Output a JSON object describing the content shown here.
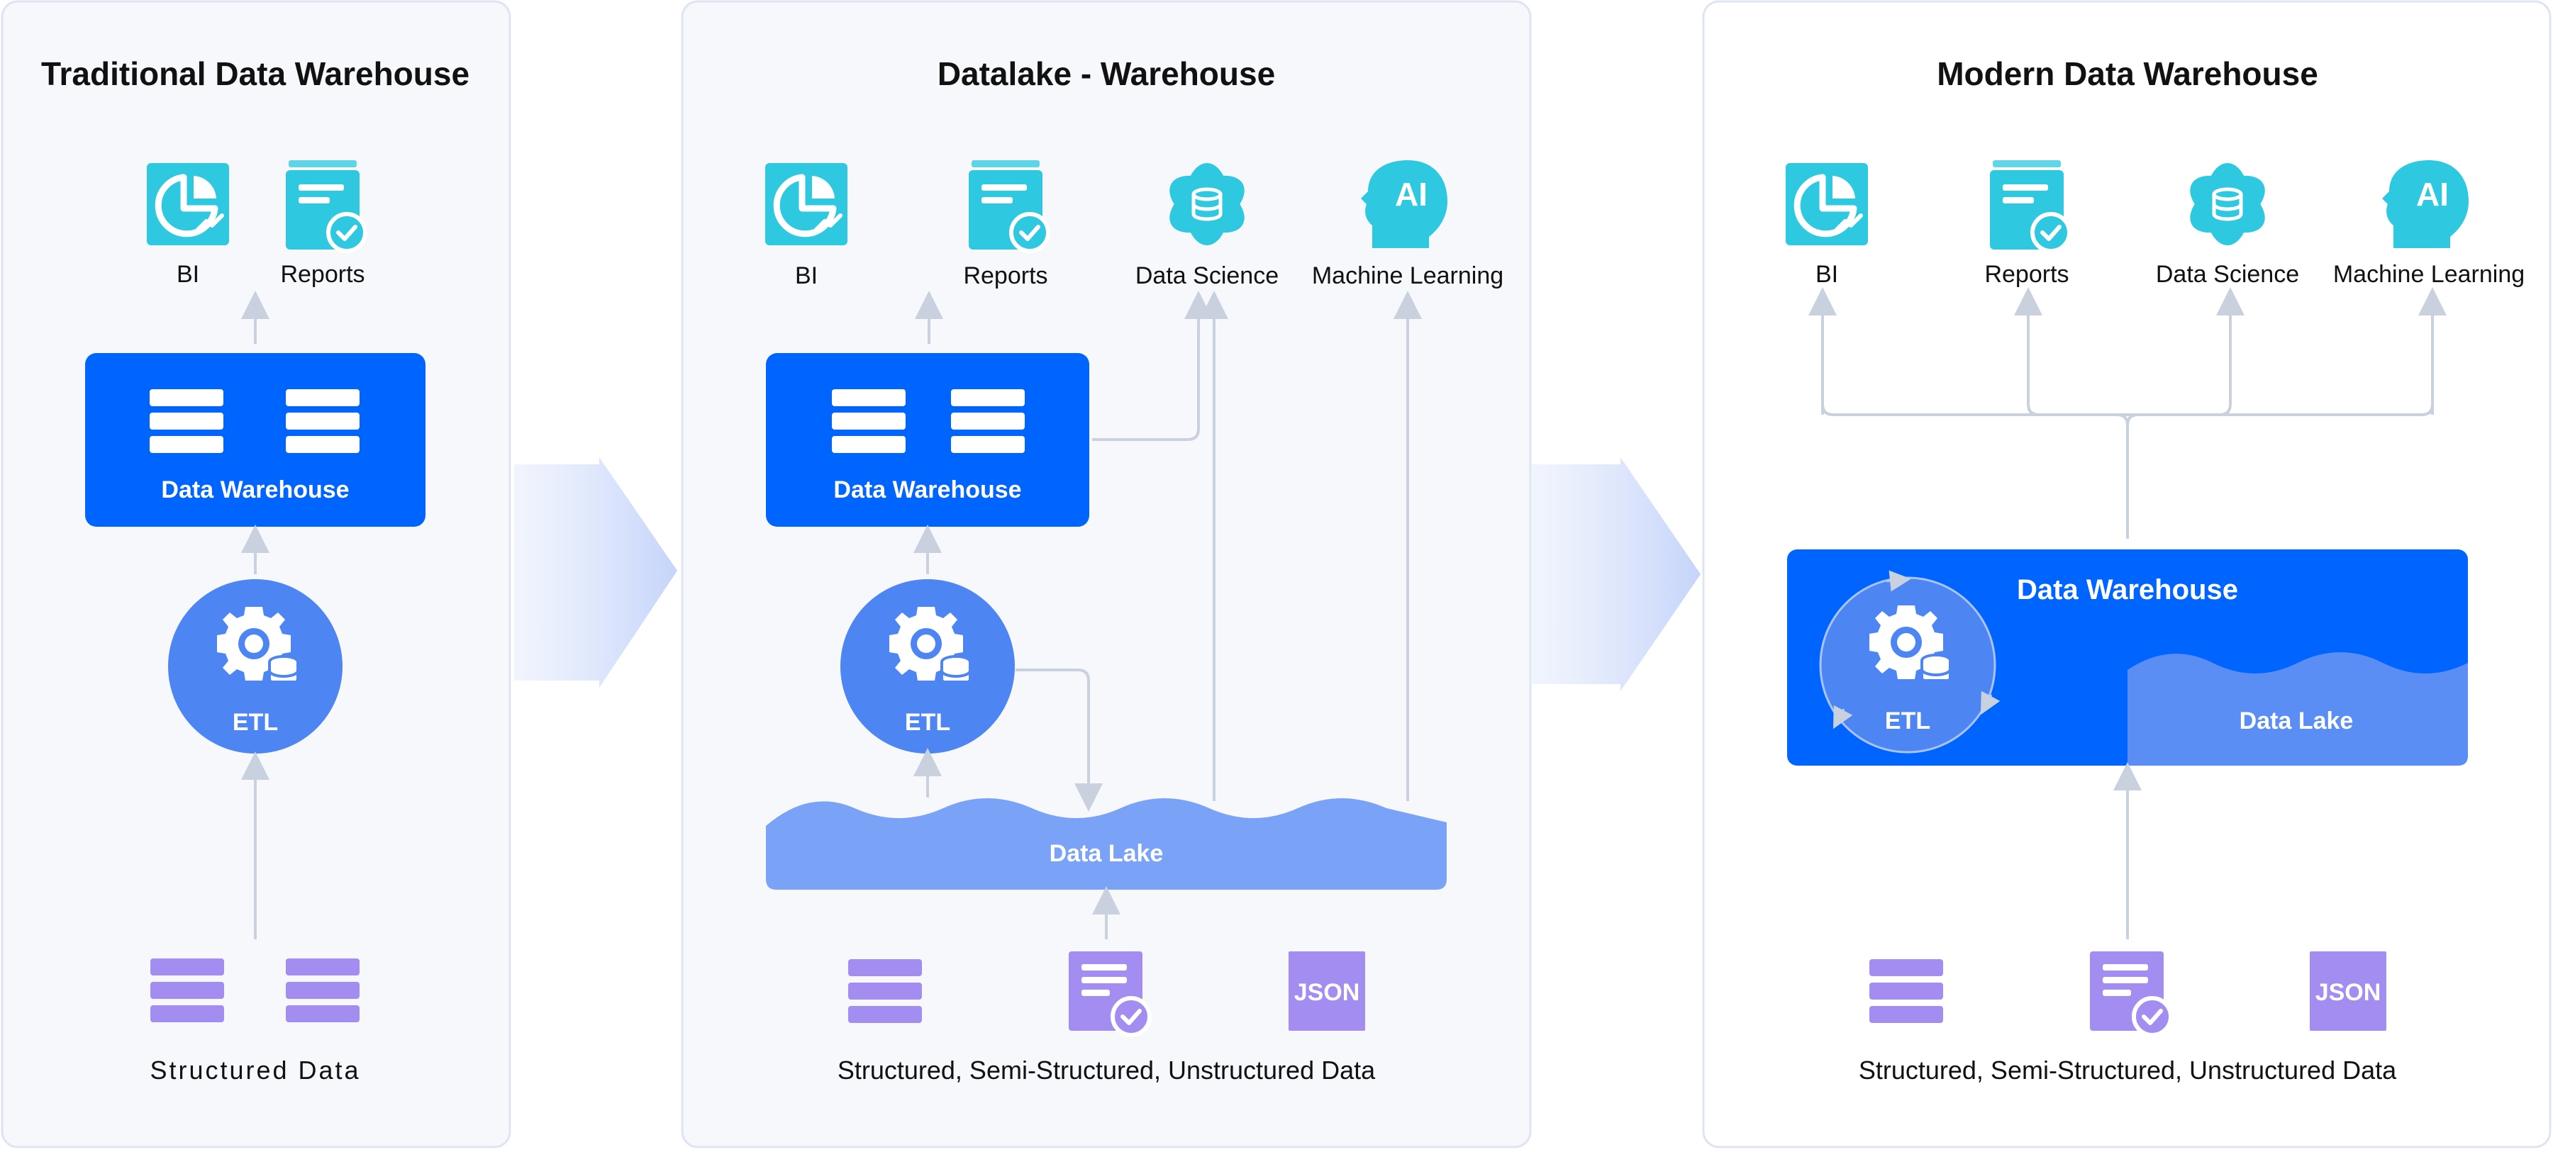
{
  "colors": {
    "panel_bg": "#f6f8fc",
    "panel_border": "#dfe5f0",
    "icon_cyan": "#2ec8e0",
    "warehouse_blue": "#0064ff",
    "etl_blue": "#4d85f2",
    "lake_blue": "#7aa2f7",
    "purple": "#a48df0",
    "purple_dark": "#8f78eb",
    "connector": "#c9d1de",
    "text_dark": "#111111"
  },
  "panels": {
    "traditional": {
      "title": "Traditional Data Warehouse",
      "outputs": {
        "bi": "BI",
        "reports": "Reports"
      },
      "warehouse_label": "Data Warehouse",
      "etl_label": "ETL",
      "sources_label": "Structured Data"
    },
    "datalake": {
      "title": "Datalake - Warehouse",
      "outputs": {
        "bi": "BI",
        "reports": "Reports",
        "data_science": "Data Science",
        "ml": "Machine Learning"
      },
      "warehouse_label": "Data Warehouse",
      "etl_label": "ETL",
      "lake_label": "Data Lake",
      "sources_label": "Structured, Semi-Structured, Unstructured Data",
      "json_badge": "JSON"
    },
    "modern": {
      "title": "Modern Data Warehouse",
      "outputs": {
        "bi": "BI",
        "reports": "Reports",
        "data_science": "Data Science",
        "ml": "Machine Learning"
      },
      "warehouse_label": "Data Warehouse",
      "etl_label": "ETL",
      "lake_label": "Data Lake",
      "sources_label": "Structured, Semi-Structured, Unstructured Data",
      "json_badge": "JSON"
    }
  },
  "ai_badge": "AI"
}
